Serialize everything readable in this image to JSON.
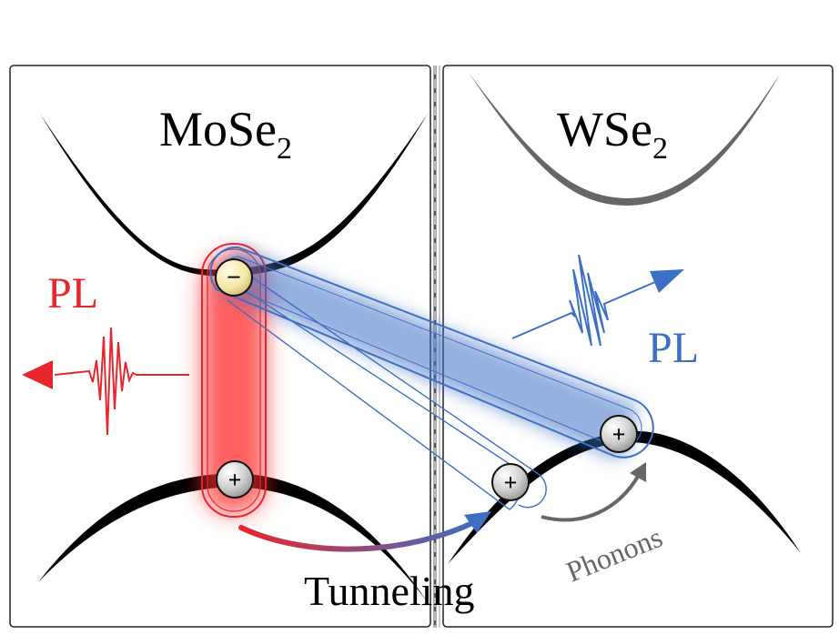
{
  "panels": {
    "left": {
      "material": "MoSe",
      "subscript": "2"
    },
    "right": {
      "material": "WSe",
      "subscript": "2"
    }
  },
  "labels": {
    "pl_left": "PL",
    "pl_right": "PL",
    "tunneling": "Tunneling",
    "phonons": "Phonons"
  },
  "charges": {
    "electron": "−",
    "hole": "+"
  },
  "colors": {
    "red": "#e8262d",
    "blue": "#3d6fc4",
    "gray": "#666666",
    "band": "#000000",
    "electron_fill": "#f5e7a8"
  }
}
